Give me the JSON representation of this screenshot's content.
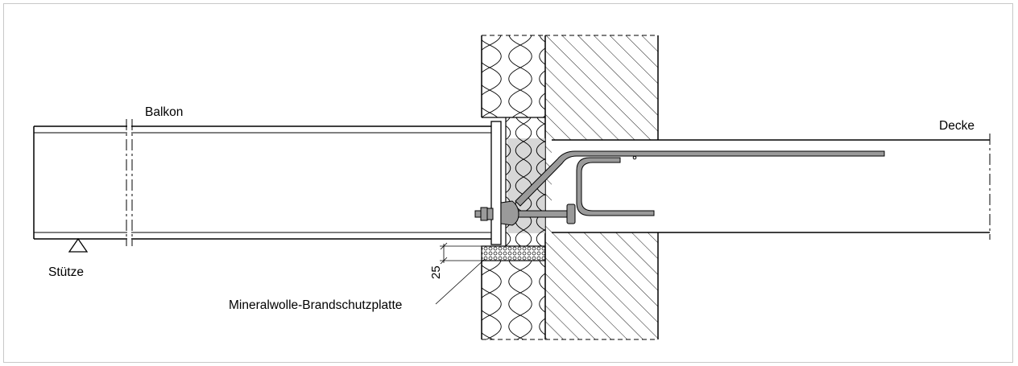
{
  "labels": {
    "balkon": "Balkon",
    "decke": "Decke",
    "stuetze": "Stütze",
    "brandschutz": "Mineralwolle-Brandschutzplatte",
    "dimension": "25"
  },
  "colors": {
    "line": "#000000",
    "steel_fill": "#9a9a9a",
    "insulation_gray": "#c9c9c9",
    "frame": "#c8c8c8"
  }
}
